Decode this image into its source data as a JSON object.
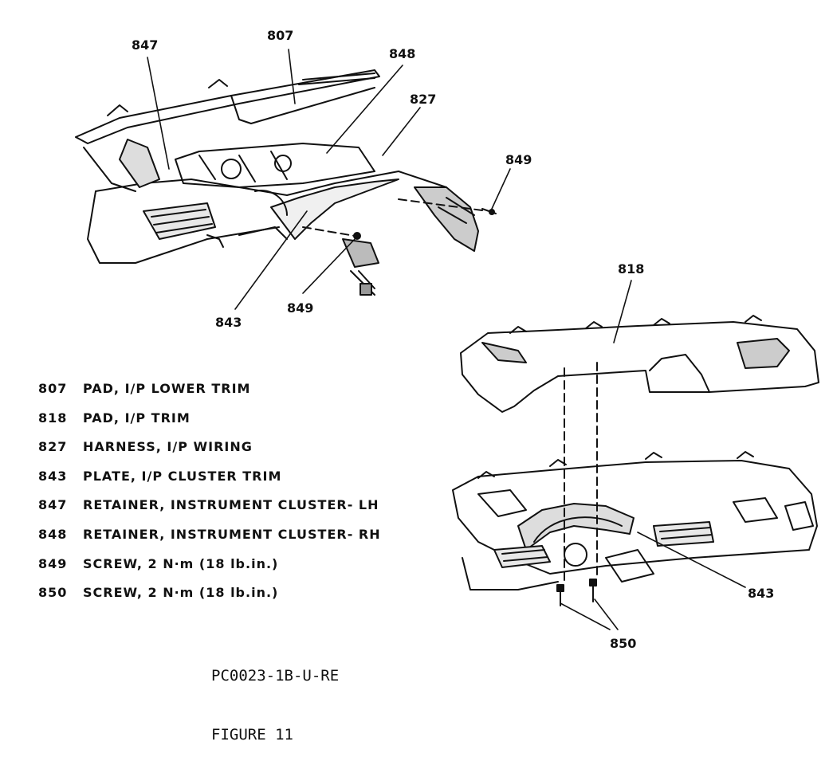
{
  "callouts": {
    "c847": "847",
    "c807": "807",
    "c848": "848",
    "c827": "827",
    "c849a": "849",
    "c849b": "849",
    "c843a": "843",
    "c818": "818",
    "c843b": "843",
    "c850": "850"
  },
  "legend": [
    {
      "num": "807",
      "desc": "PAD, I/P LOWER TRIM"
    },
    {
      "num": "818",
      "desc": "PAD, I/P TRIM"
    },
    {
      "num": "827",
      "desc": "HARNESS, I/P WIRING"
    },
    {
      "num": "843",
      "desc": "PLATE, I/P CLUSTER TRIM"
    },
    {
      "num": "847",
      "desc": "RETAINER, INSTRUMENT CLUSTER- LH"
    },
    {
      "num": "848",
      "desc": "RETAINER, INSTRUMENT CLUSTER- RH"
    },
    {
      "num": "849",
      "desc": "SCREW, 2 N·m (18 lb.in.)"
    },
    {
      "num": "850",
      "desc": "SCREW, 2 N·m (18 lb.in.)"
    }
  ],
  "drawing_code": "PC0023-1B-U-RE",
  "figure_label": "FIGURE 11"
}
